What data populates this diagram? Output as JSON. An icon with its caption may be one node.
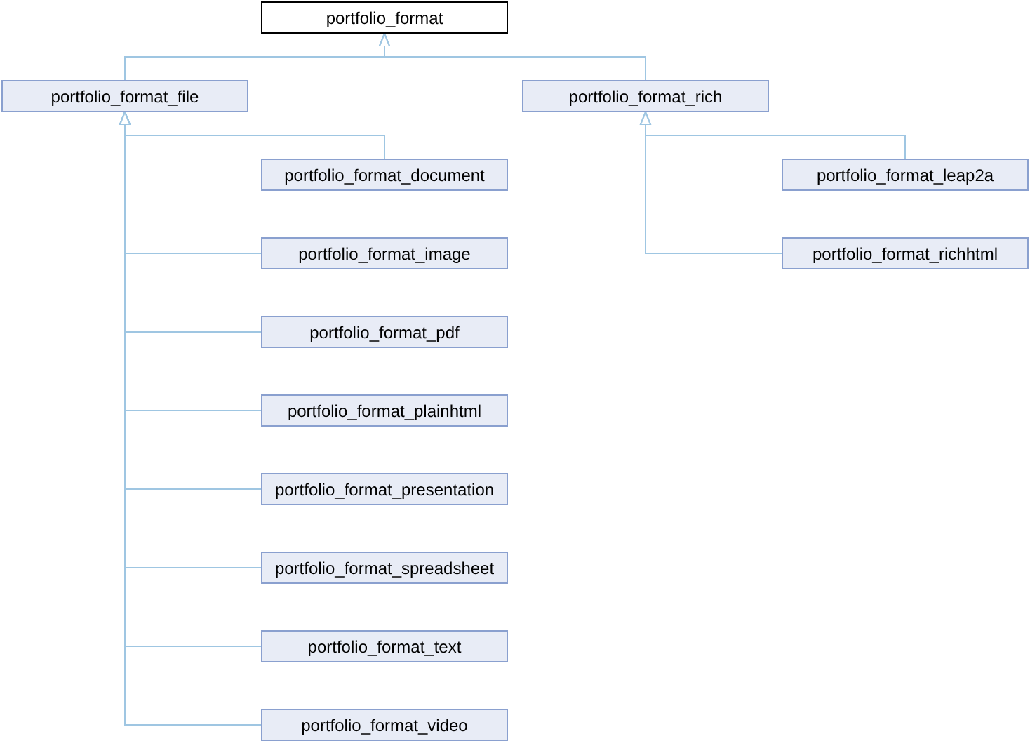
{
  "diagram": {
    "nodes": [
      {
        "text": [
          "portfolio_format"
        ]
      },
      {
        "text": [
          "portfolio_format_file"
        ]
      },
      {
        "text": [
          "portfolio_format_rich"
        ]
      },
      {
        "text": [
          "portfolio_format_document"
        ]
      },
      {
        "text": [
          "portfolio_format_image"
        ]
      },
      {
        "text": [
          "portfolio_format_pdf"
        ]
      },
      {
        "text": [
          "portfolio_format_plainhtml"
        ]
      },
      {
        "text": [
          "portfolio_format_presentation"
        ]
      },
      {
        "text": [
          "portfolio_format_spreadsheet"
        ]
      },
      {
        "text": [
          "portfolio_format_text"
        ]
      },
      {
        "text": [
          "portfolio_format_video"
        ]
      },
      {
        "text": [
          "portfolio_format_leap2a"
        ]
      },
      {
        "text": [
          "portfolio_format_richhtml"
        ]
      }
    ],
    "edges": [
      {
        "from": 1,
        "to": 0,
        "arrow": "to"
      },
      {
        "from": 2,
        "to": 0,
        "arrow": "to"
      },
      {
        "from": 3,
        "to": 1,
        "arrow": "to"
      },
      {
        "from": 4,
        "to": 1,
        "arrow": "to"
      },
      {
        "from": 5,
        "to": 1,
        "arrow": "to"
      },
      {
        "from": 6,
        "to": 1,
        "arrow": "to"
      },
      {
        "from": 7,
        "to": 1,
        "arrow": "to"
      },
      {
        "from": 8,
        "to": 1,
        "arrow": "to"
      },
      {
        "from": 9,
        "to": 1,
        "arrow": "to"
      },
      {
        "from": 10,
        "to": 1,
        "arrow": "to"
      },
      {
        "from": 11,
        "to": 2,
        "arrow": "to"
      },
      {
        "from": 12,
        "to": 2,
        "arrow": "to"
      }
    ]
  }
}
